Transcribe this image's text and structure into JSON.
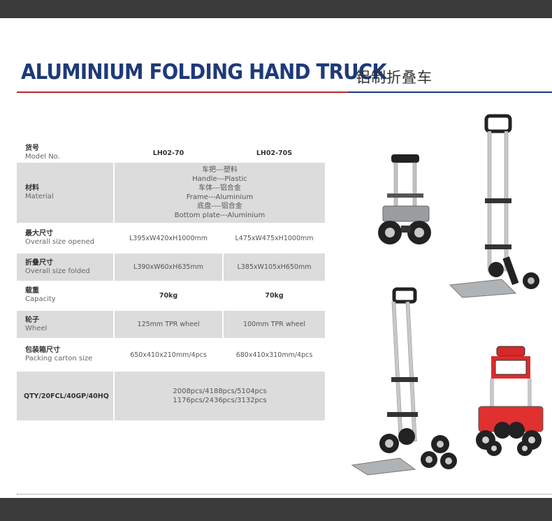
{
  "title": "ALUMINIUM FOLDING HAND TRUCK",
  "title_cn": "铝制折叠车",
  "colors": {
    "title": "#1e3a78",
    "rule_red": "#b82a2a",
    "rule_blue": "#1e3a78",
    "row_grey": "#dcdcdc",
    "bar": "#3b3b3b"
  },
  "table": {
    "model": {
      "cn": "货号",
      "en": "Model No.",
      "v1": "LH02-70",
      "v2": "LH02-70S"
    },
    "material": {
      "cn": "材料",
      "en": "Material",
      "lines": [
        "车把---塑料",
        "Handle---Plastic",
        "车体---铝合金",
        "Frame---Aluminium",
        "底盘----铝合金",
        "Bottom plate---Aluminium"
      ]
    },
    "opened": {
      "cn": "最大尺寸",
      "en": "Overall size opened",
      "v1": "L395xW420xH1000mm",
      "v2": "L475xW475xH1000mm"
    },
    "folded": {
      "cn": "折叠尺寸",
      "en": "Overall size folded",
      "v1": "L390xW60xH635mm",
      "v2": "L385xW105xH650mm"
    },
    "capacity": {
      "cn": "载重",
      "en": "Capacity",
      "v1": "70kg",
      "v2": "70kg"
    },
    "wheel": {
      "cn": "轮子",
      "en": "Wheel",
      "v1": "125mm TPR wheel",
      "v2": "100mm TPR wheel"
    },
    "packing": {
      "cn": "包装箱尺寸",
      "en": "Packing carton size",
      "v1": "650x410x210mm/4pcs",
      "v2": "680x410x310mm/4pcs"
    },
    "qty": {
      "label": "QTY/20FCL/40GP/40HQ",
      "lines": [
        "2008pcs/4188pcs/5104pcs",
        "1176pcs/2436pcs/3132pcs"
      ]
    }
  },
  "photos": [
    "hand-truck-folded-black",
    "hand-truck-open-black",
    "stair-climber-hand-truck-black",
    "stair-climber-hand-truck-red"
  ]
}
